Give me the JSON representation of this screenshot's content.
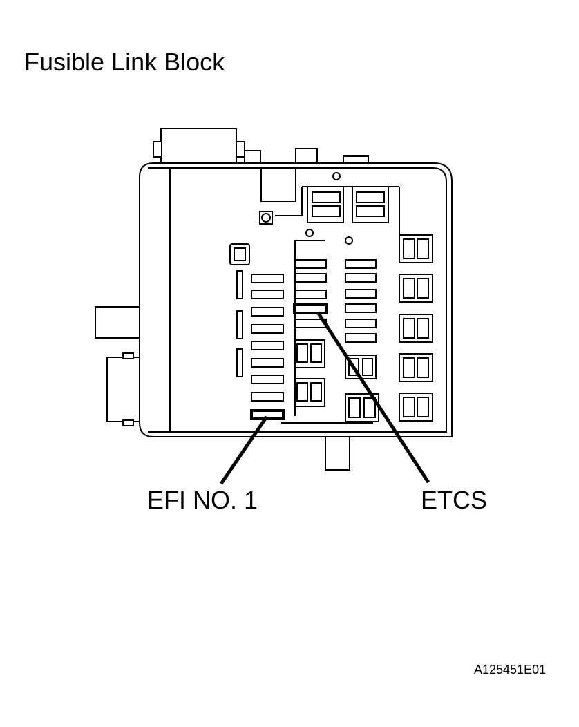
{
  "title": "Fusible Link Block",
  "callouts": {
    "efi_no_1": "EFI NO. 1",
    "etcs": "ETCS"
  },
  "figure_id": "A125451E01"
}
